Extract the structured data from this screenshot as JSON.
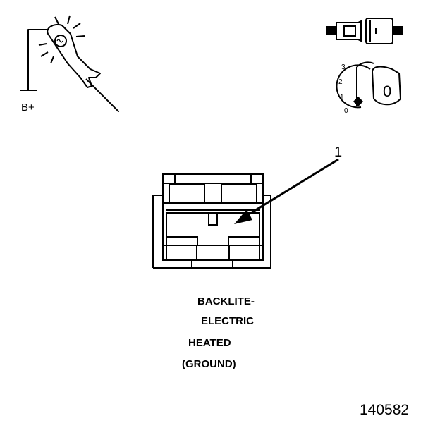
{
  "test_light": {
    "label": "B+"
  },
  "ignition": {
    "positions": [
      "3",
      "2",
      "1",
      "0"
    ],
    "key_label": "0"
  },
  "callout": {
    "number": "1"
  },
  "caption": {
    "lines": [
      "BACKLITE-",
      "ELECTRIC",
      "HEATED",
      "(GROUND)"
    ]
  },
  "figure_id": "140582",
  "colors": {
    "ink": "#000000",
    "paper": "#ffffff"
  }
}
